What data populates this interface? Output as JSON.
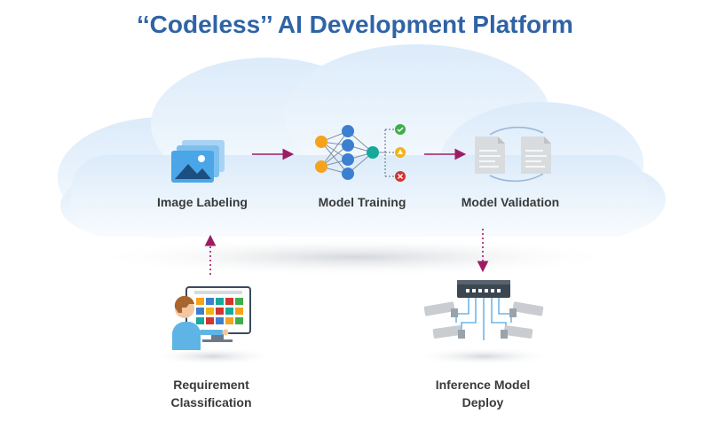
{
  "title": "‘‘Codeless’’ AI Development Platform",
  "steps": {
    "image_labeling": "Image Labeling",
    "model_training": "Model Training",
    "model_validation": "Model Validation",
    "requirement_classification_line1": "Requirement",
    "requirement_classification_line2": "Classification",
    "inference_deploy_line1": "Inference Model",
    "inference_deploy_line2": "Deploy"
  },
  "colors": {
    "title": "#2f63a6",
    "cloud": "#e6f1fb",
    "arrow": "#9c1c64",
    "nn_orange": "#f7a21b",
    "nn_blue": "#3c7fd0",
    "nn_teal": "#16a99b",
    "check": "#3fae49",
    "warn": "#f3b318",
    "error": "#d2342e"
  },
  "icons": {
    "labeling": "image-stack-icon",
    "training": "neural-network-icon",
    "validation": "document-compare-icon",
    "classification": "person-at-monitor-icon",
    "deploy": "switch-with-cameras-icon"
  }
}
